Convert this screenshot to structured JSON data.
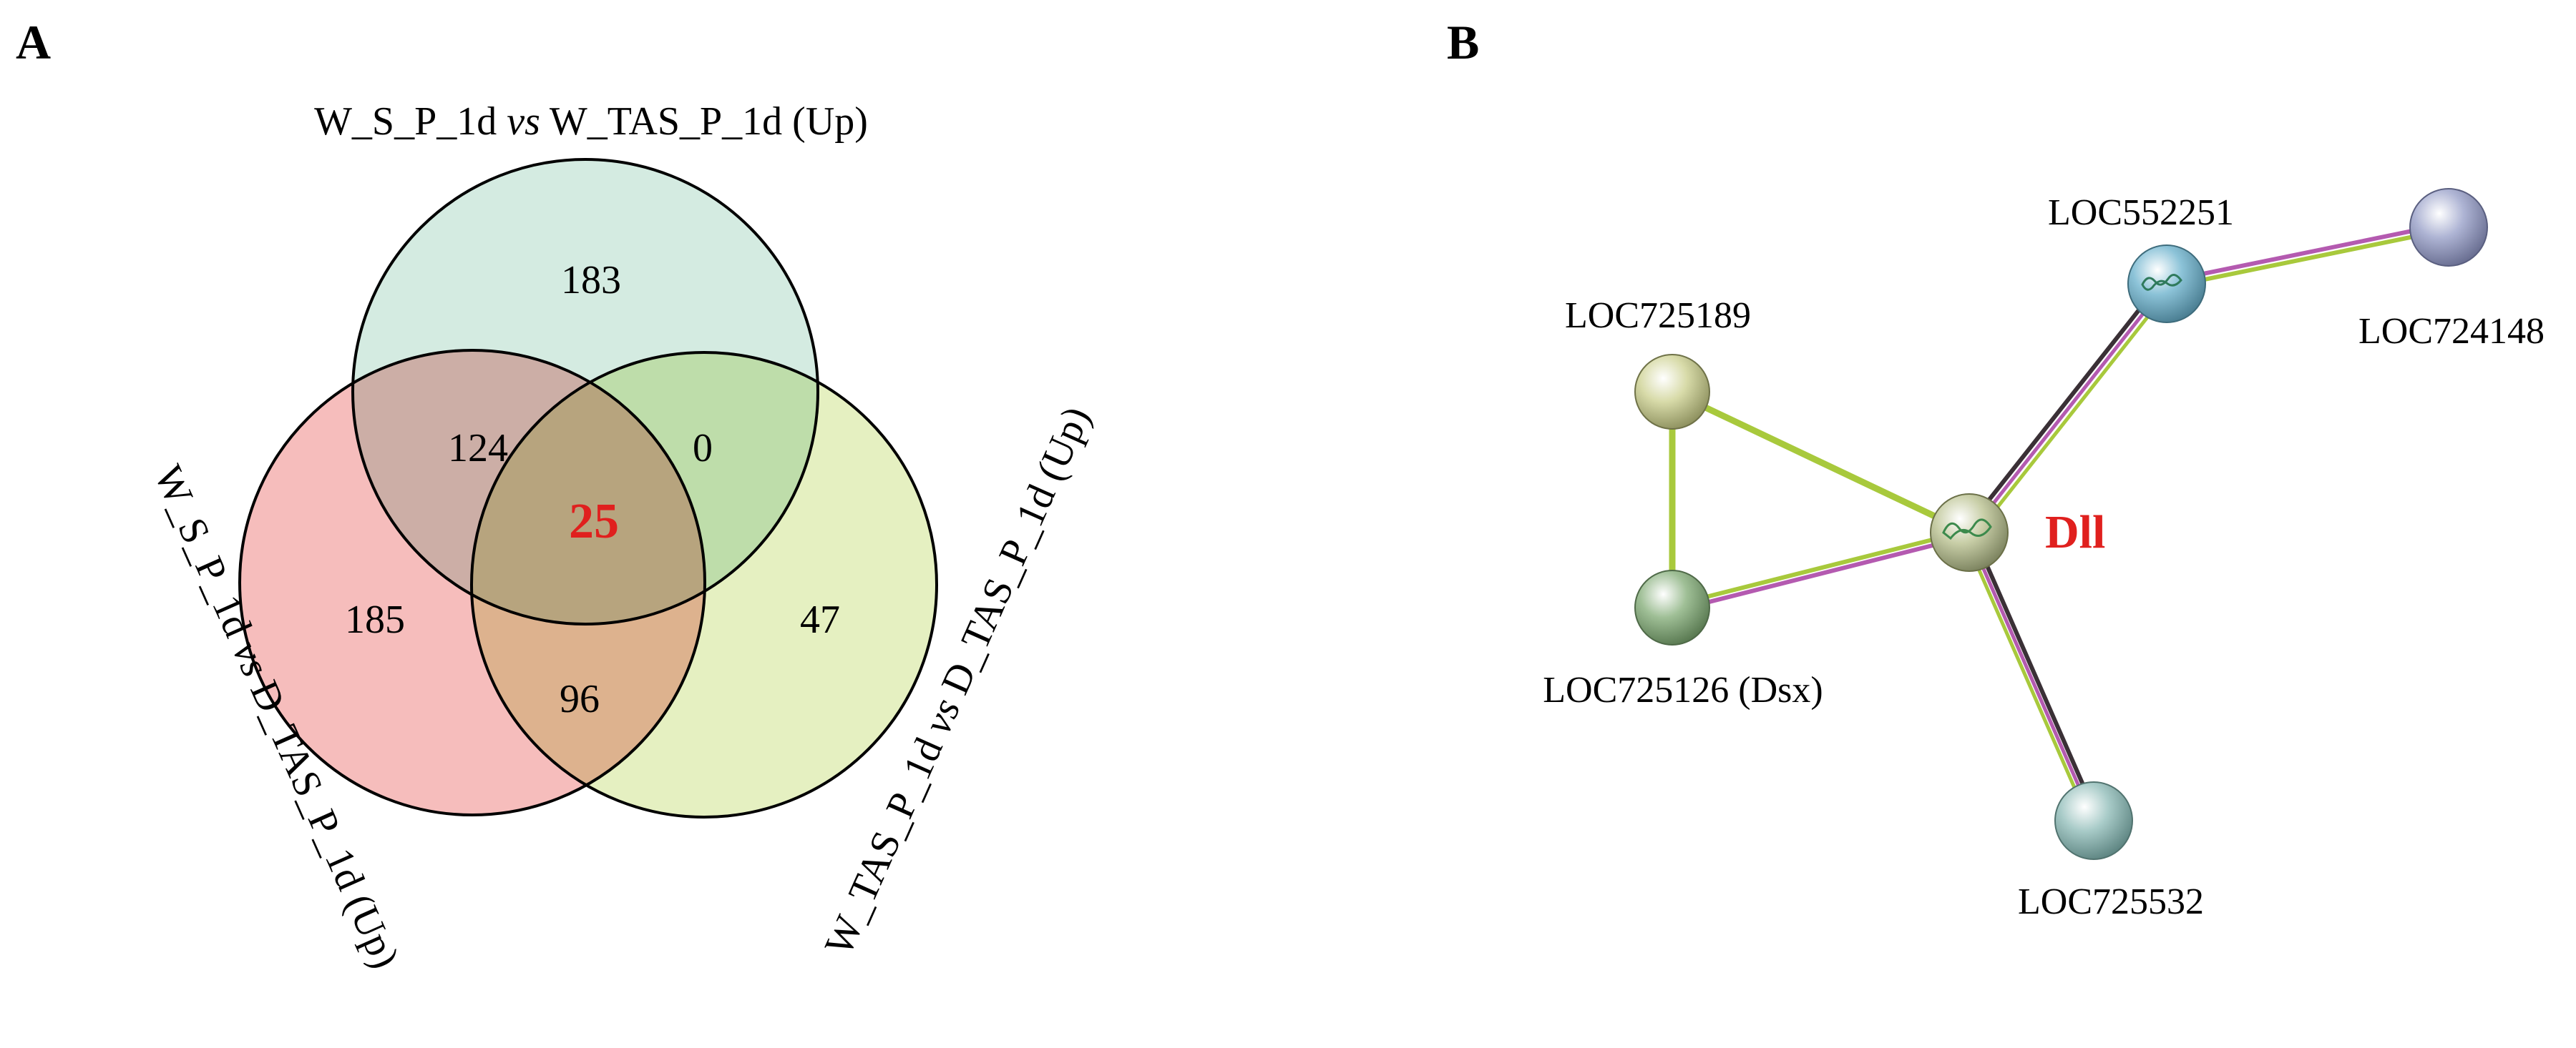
{
  "panel_a": {
    "letter": "A",
    "sets": {
      "top": {
        "label_pre": "W_S_P_1d ",
        "label_vs": "vs",
        "label_post": " W_TAS_P_1d (Up)",
        "fill": "#d4ebe1"
      },
      "left": {
        "label_pre": "W_S_P_1d ",
        "label_vs": "vs",
        "label_post": " D_TAS_P_1d (Up)",
        "fill": "#f6b9b8"
      },
      "right": {
        "label_pre": "W_TAS_P_1d ",
        "label_vs": "vs",
        "label_post": " D_TAS_P_1d (Up)",
        "fill": "#e4efbe"
      }
    },
    "regions": {
      "top_only": "183",
      "top_left": "124",
      "top_right": "0",
      "center": "25",
      "left_only": "185",
      "right_only": "47",
      "left_right": "96"
    },
    "highlight_color": "#e0201e"
  },
  "panel_b": {
    "letter": "B",
    "nodes": {
      "dll": {
        "label": "Dll",
        "color": "#c9cfa8"
      },
      "loc552251": {
        "label": "LOC552251",
        "color": "#8cc3d8"
      },
      "loc724148": {
        "label": "LOC724148",
        "color": "#aeb4d4"
      },
      "loc725189": {
        "label": "LOC725189",
        "color": "#d8dba9"
      },
      "loc725126": {
        "label": "LOC725126 (Dsx)",
        "color": "#9fbf96"
      },
      "loc725532": {
        "label": "LOC725532",
        "color": "#a8cbc8"
      }
    },
    "edge_colors": {
      "green": "#a8c93c",
      "magenta": "#b45ab0",
      "dark": "#3a3036"
    },
    "highlight_color": "#e0201e"
  }
}
